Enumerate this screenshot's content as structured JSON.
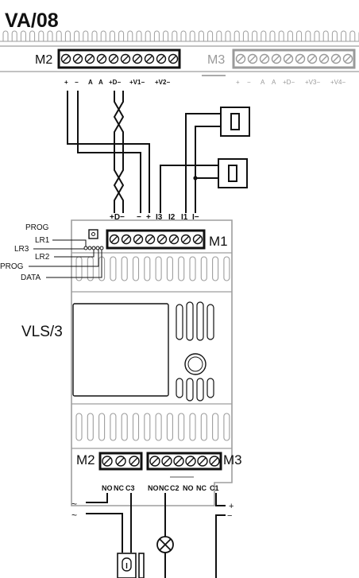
{
  "top_device": {
    "name": "VA/08",
    "blocks": [
      {
        "label": "M2",
        "screws": 10,
        "terminals": [
          "+",
          "−",
          "A",
          "A",
          "+D−",
          "+V1−",
          "+V2−"
        ],
        "active": true
      },
      {
        "label": "M3",
        "screws": 10,
        "terminals": [
          "+",
          "−",
          "A",
          "A",
          "+D−",
          "+V3−",
          "+V4−"
        ],
        "active": false
      }
    ]
  },
  "bottom_device": {
    "name": "VLS/3",
    "m1": {
      "label": "M1",
      "screws": 8,
      "terminals": [
        "+D−",
        "−",
        "+",
        "I3",
        "I2",
        "I1",
        "I−"
      ]
    },
    "side_labels": [
      "PROG",
      "LR1",
      "LR3",
      "LR2",
      "PROG",
      "DATA"
    ],
    "m2": {
      "label": "M2",
      "screws": 3
    },
    "m3": {
      "label": "M3",
      "screws": 6
    },
    "bottom_terminals": [
      "NO",
      "NC",
      "C3",
      "NO",
      "NC",
      "C2",
      "NO",
      "NC",
      "C1"
    ]
  },
  "loads": {
    "ac_symbol": "~",
    "dc_plus": "+",
    "dc_minus": "−",
    "lock_icon": "door-lock-icon",
    "lamp_icon": "lamp-icon",
    "switch_icon": "push-button-icon"
  },
  "colors": {
    "line": "#111111",
    "inactive": "#9a9a9a",
    "device_outline": "#9e9e9e"
  }
}
